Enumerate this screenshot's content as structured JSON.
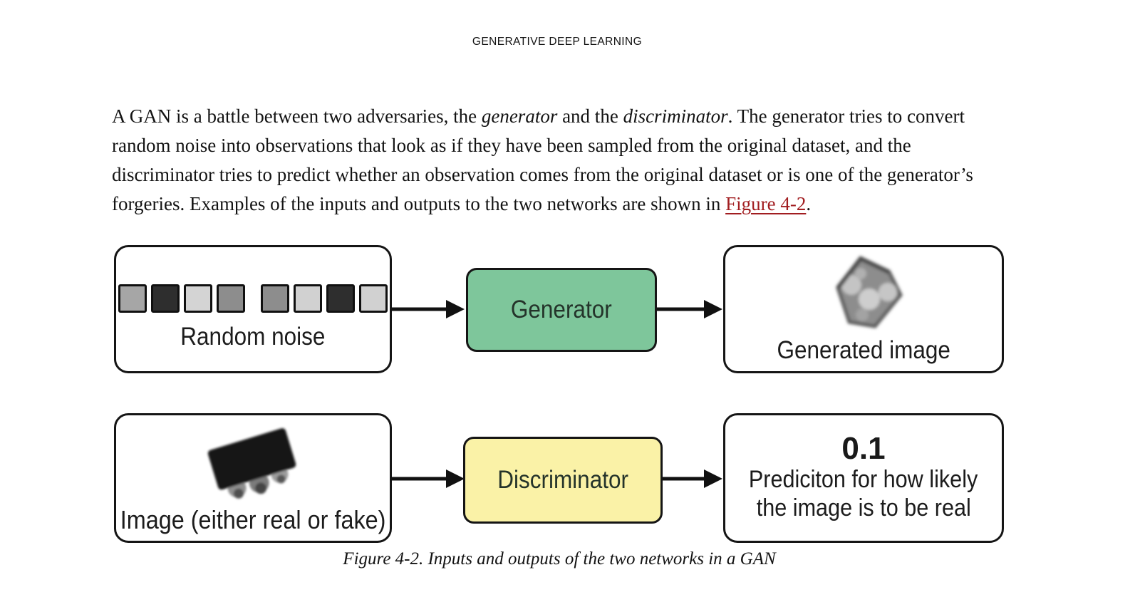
{
  "header": {
    "running_title": "GENERATIVE DEEP LEARNING"
  },
  "paragraph": {
    "segments": [
      {
        "text": "A GAN is a battle between two adversaries, the ",
        "style": "normal"
      },
      {
        "text": "generator",
        "style": "italic"
      },
      {
        "text": " and the ",
        "style": "normal"
      },
      {
        "text": "discriminator",
        "style": "italic"
      },
      {
        "text": ". The generator tries to convert random noise into observations that look as if they have been sampled from the original dataset, and the discriminator tries to predict whether an observation comes from the original dataset or is one of the generator’s forgeries. Examples of the inputs and outputs to the two networks are shown in ",
        "style": "normal"
      },
      {
        "text": "Figure 4-2",
        "style": "link"
      },
      {
        "text": ".",
        "style": "normal"
      }
    ]
  },
  "figure": {
    "top_row": {
      "input": {
        "label": "Random noise",
        "squares": [
          "#a6a6a6",
          "#2e2e2e",
          "#d4d4d4",
          "#8d8d8d",
          "#8d8d8d",
          "#d1d1d1",
          "#2e2e2e",
          "#d1d1d1"
        ]
      },
      "process": {
        "label": "Generator",
        "fill": "#7ec69b"
      },
      "output": {
        "label": "Generated image"
      }
    },
    "bottom_row": {
      "input": {
        "label": "Image (either real or fake)"
      },
      "process": {
        "label": "Discriminator",
        "fill": "#faf2a7"
      },
      "output": {
        "value": "0.1",
        "line1": "Prediciton for how likely",
        "line2": "the image is to be real"
      }
    },
    "caption": "Figure 4-2. Inputs and outputs of the two networks in a GAN"
  },
  "colors": {
    "link": "#a11d20",
    "box_border": "#151515",
    "generator_fill": "#7ec69b",
    "discriminator_fill": "#faf2a7",
    "arrow": "#111111"
  },
  "icons": {
    "arrow-right": "black solid right arrow",
    "generated-image-thumbnail": "blurry grayscale generated blob",
    "camera-image": "black camera photo tilted"
  }
}
